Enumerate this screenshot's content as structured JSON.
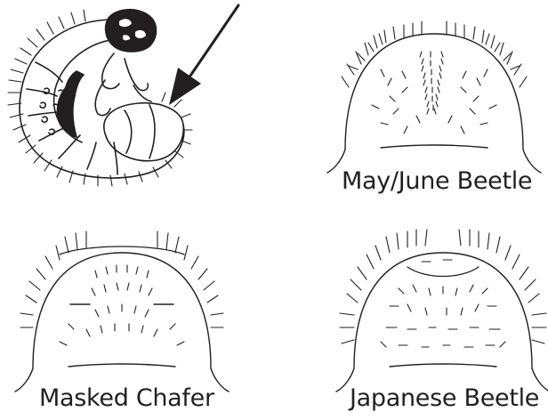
{
  "figure": {
    "panels": [
      {
        "id": "grub",
        "caption": ""
      },
      {
        "id": "may-june",
        "caption": "May/June Beetle"
      },
      {
        "id": "masked-chafer",
        "caption": "Masked Chafer"
      },
      {
        "id": "japanese",
        "caption": "Japanese Beetle"
      }
    ]
  }
}
